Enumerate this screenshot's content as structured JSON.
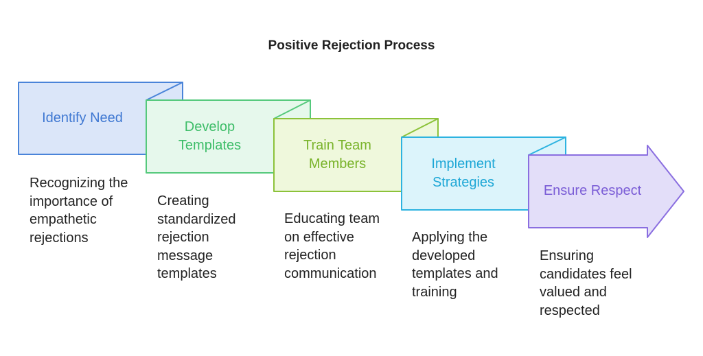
{
  "title": "Positive Rejection Process",
  "steps": [
    {
      "label": "Identify Need",
      "description": "Recognizing the importance of empathetic rejections",
      "fill": "#dbe6f9",
      "stroke": "#4a84d9",
      "text_color": "#3f78d2"
    },
    {
      "label": "Develop Templates",
      "description": "Creating standardized rejection message templates",
      "fill": "#e6f8ec",
      "stroke": "#55c97c",
      "text_color": "#3dbd68"
    },
    {
      "label": "Train Team Members",
      "description": "Educating team on effective rejection communication",
      "fill": "#eff8dc",
      "stroke": "#8cc23a",
      "text_color": "#79b32a"
    },
    {
      "label": "Implement Strategies",
      "description": "Applying the developed templates and training",
      "fill": "#dcf4fb",
      "stroke": "#2db3e0",
      "text_color": "#1ea7d6"
    },
    {
      "label": "Ensure Respect",
      "description": "Ensuring candidates feel valued and respected",
      "fill": "#e3def9",
      "stroke": "#8a6ee0",
      "text_color": "#7a5cd6"
    }
  ]
}
